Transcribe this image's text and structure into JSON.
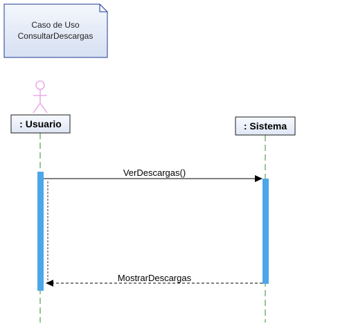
{
  "diagram": {
    "type": "uml-sequence",
    "note": {
      "line1": "Caso de Uso",
      "line2": "ConsultarDescargas"
    },
    "lifelines": [
      {
        "label": ": Usuario",
        "kind": "actor"
      },
      {
        "label": ": Sistema",
        "kind": "object"
      }
    ],
    "messages": [
      {
        "label": "VerDescargas()",
        "from": ": Usuario",
        "to": ": Sistema",
        "style": "solid"
      },
      {
        "label": "MostrarDescargas",
        "from": ": Sistema",
        "to": ": Usuario",
        "style": "dashed"
      }
    ],
    "colors": {
      "note_fill": "#dde6f5",
      "note_border": "#1f3a93",
      "actor_stroke": "#e89be6",
      "lifeline_dash": "#2e8b2e",
      "activation": "#4da6e8",
      "box_fill": "#eef2fa",
      "box_border": "#1a1a1a"
    }
  }
}
